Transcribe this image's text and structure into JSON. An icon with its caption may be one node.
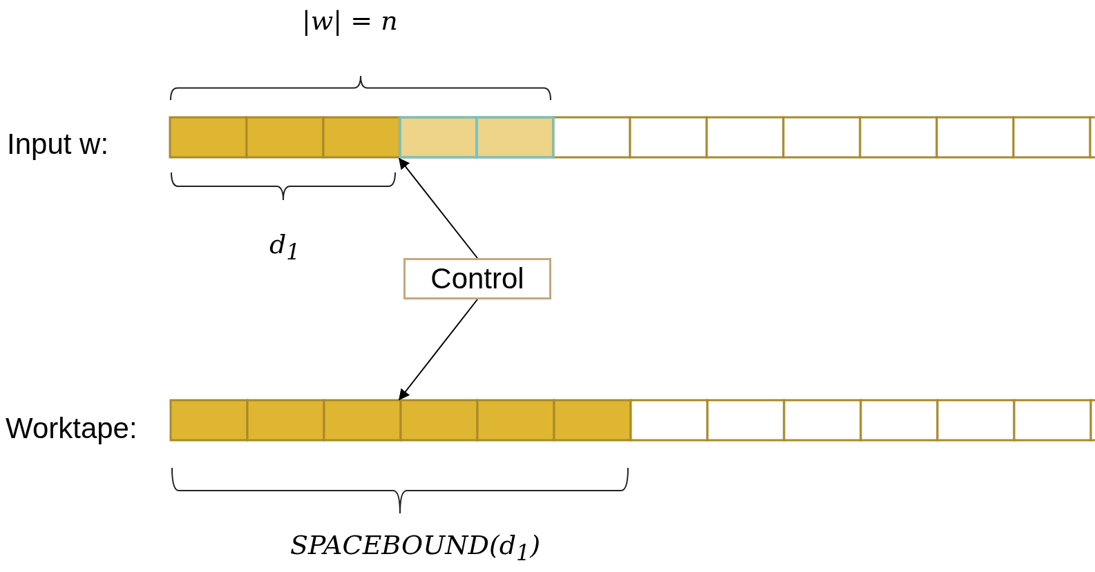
{
  "diagram": {
    "nodes": [
      {
        "text": [],
        "shape": "bar"
      },
      {
        "text": [
          "Control"
        ]
      },
      {
        "text": [],
        "shape": "bar"
      }
    ],
    "edges": [
      {
        "from": 1,
        "to": 0,
        "arrow": "to"
      },
      {
        "from": 1,
        "to": 2,
        "arrow": "to"
      }
    ],
    "labels": [
      "|w| = n",
      "Input w:",
      "d$_{1}$",
      "Worktape:",
      "SPACEBOUND(d$_{1}$)"
    ]
  }
}
